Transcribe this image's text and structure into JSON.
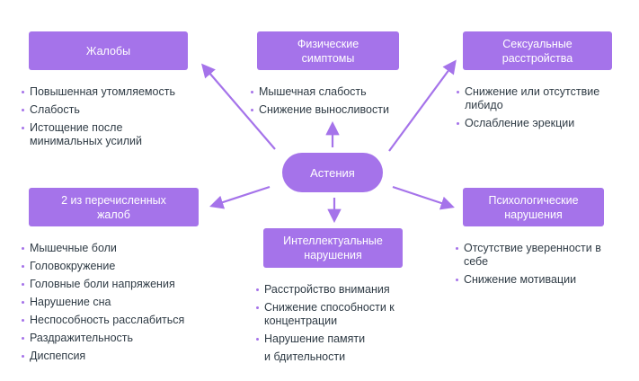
{
  "center": {
    "label": "Астения"
  },
  "nodes": {
    "complaints": {
      "title": "Жалобы",
      "items": [
        "Повышенная утомляемость",
        "Слабость",
        "Истощение после минимальных усилий"
      ]
    },
    "physical": {
      "title": "Физические симптомы",
      "items": [
        "Мышечная слабость",
        "Снижение выносливости"
      ]
    },
    "sexual": {
      "title": "Сексуальные расстройства",
      "items": [
        "Снижение или отсутствие либидо",
        "Ослабление эрекции"
      ]
    },
    "two_of": {
      "title": "2 из перечисленных жалоб",
      "items": [
        "Мышечные боли",
        "Головокружение",
        "Головные боли напряжения",
        "Нарушение сна",
        "Неспособность расслабиться",
        "Раздражительность",
        "Диспепсия"
      ]
    },
    "intellectual": {
      "title": "Интеллектуальные нарушения",
      "items": [
        "Расстройство внимания",
        "Снижение способности к концентрации",
        "Нарушение памяти",
        "и бдительности"
      ]
    },
    "psych": {
      "title": "Психологические нарушения",
      "items": [
        "Отсутствие уверенности в себе",
        "Снижение мотивации"
      ]
    }
  },
  "colors": {
    "accent": "#a573ea",
    "text": "#2f3b45"
  }
}
